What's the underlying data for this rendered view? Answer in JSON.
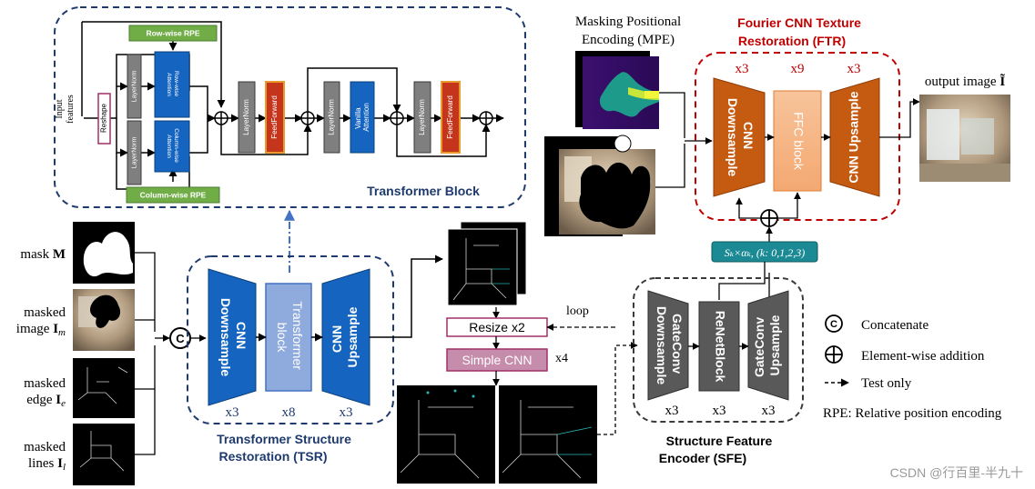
{
  "colors": {
    "navy": "#1f3a6e",
    "blue_block": "#1565c0",
    "light_blue_block": "#8faadc",
    "orange_block": "#c55a11",
    "light_orange_block": "#f4b183",
    "red_dashed": "#c00000",
    "ffn_red": "#c5351c",
    "green_rpe": "#70ad47",
    "gray_block": "#5b5b5b",
    "teal": "#1b8a94",
    "pink_border": "#a0306a",
    "simple_cnn_fill": "#c58cab"
  },
  "transformer_block": {
    "input_label": [
      "Input",
      "features"
    ],
    "reshape": "Reshape",
    "layernorm": "LayerNorm",
    "row_wise_rpe": "Row-wise RPE",
    "column_wise_rpe": "Column-wise RPE",
    "row_wise_attention": [
      "Row-wise",
      "Attention"
    ],
    "column_wise_attention": [
      "Column-wise",
      "Attention"
    ],
    "feedforward": "FeedForward",
    "vanilla_attention": [
      "Vanilla",
      "Attention"
    ],
    "title": "Transformer Block"
  },
  "left_inputs": {
    "mask": [
      "mask ",
      "M",
      ""
    ],
    "masked_image": [
      "masked",
      "image ",
      "I",
      "m"
    ],
    "masked_edge": [
      "masked",
      "edge ",
      "I",
      "e"
    ],
    "masked_lines": [
      "masked",
      "lines ",
      "I",
      "l"
    ]
  },
  "concat_symbol": "C",
  "tsr": {
    "cnn_downsample": [
      "CNN",
      "Downsample"
    ],
    "transformer_block": [
      "Transformer",
      "block"
    ],
    "cnn_upsample": [
      "CNN",
      "Upsample"
    ],
    "mult_down": "x3",
    "mult_trans": "x8",
    "mult_up": "x3",
    "title": [
      "Transformer Structure",
      "Restoration (TSR)"
    ]
  },
  "middle": {
    "resize": "Resize x2",
    "simple_cnn": "Simple CNN",
    "x4": "x4",
    "loop": "loop"
  },
  "mpe": {
    "title": [
      "Masking Positional",
      "Encoding (MPE)"
    ]
  },
  "ftr": {
    "title": [
      "Fourier CNN Texture",
      "Restoration (FTR)"
    ],
    "cnn_downsample": [
      "CNN",
      "Downsample"
    ],
    "ffc_block": "FFC block",
    "cnn_upsample": "CNN Upsample",
    "mult_down": "x3",
    "mult_ffc": "x9",
    "mult_up": "x3"
  },
  "output_label": [
    "output image ",
    "Ĩ"
  ],
  "sk_label": "Sₖ×αₖ, (k: 0,1,2,3)",
  "sfe": {
    "gateconv_downsample": [
      "GateConv",
      "Downsample"
    ],
    "resnet_block": "ReNetBlock",
    "gateconv_upsample": [
      "GateConv",
      "Upsample"
    ],
    "mult_1": "x3",
    "mult_2": "x3",
    "mult_3": "x3",
    "title": [
      "Structure Feature",
      "Encoder (SFE)"
    ]
  },
  "legend": {
    "concatenate_symbol": "C",
    "concatenate": "Concatenate",
    "element_wise_addition": "Element-wise addition",
    "test_only": "Test only",
    "rpe": "RPE: Relative position encoding"
  },
  "watermark": "CSDN @行百里-半九十"
}
